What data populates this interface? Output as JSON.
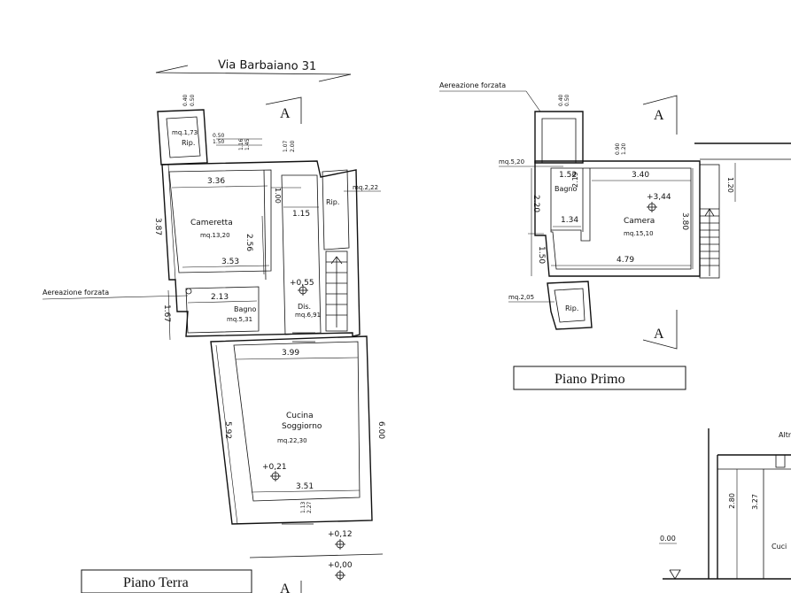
{
  "street_label": "Via Barbaiano 31",
  "section_marker": "A",
  "ground_floor": {
    "title": "Piano Terra",
    "rip": {
      "name": "Rip.",
      "area": "mq.1,73",
      "dim_a": "0.40",
      "dim_b": "0.50",
      "dim_c": "0.50",
      "dim_d": "1.50",
      "dim_e": "1.16",
      "dim_f": "1.45"
    },
    "door_dims": {
      "a": "1.07",
      "b": "2.00"
    },
    "cameretta": {
      "name": "Cameretta",
      "area": "mq.13,20",
      "width_top": "3.36",
      "width_bottom": "3.53",
      "height": "3.87",
      "side": "2.56"
    },
    "corridor": {
      "top": "1.00",
      "width": "1.15"
    },
    "rip2": {
      "name": "Rip.",
      "area": "mq.2,22"
    },
    "bagno": {
      "name": "Bagno",
      "area": "mq.5,31",
      "width": "2.13",
      "height": "1.67"
    },
    "dis": {
      "name": "Dis.",
      "area": "mq.6,91",
      "level": "+0,55"
    },
    "aeration": "Aereazione forzata",
    "cucina": {
      "name_line1": "Cucina",
      "name_line2": "Soggiorno",
      "area": "mq.22,30",
      "width_top": "3.99",
      "width_bottom": "3.51",
      "height_left": "5.92",
      "height_right": "6.00",
      "level": "+0,21"
    },
    "step_dims": {
      "a": "1.13",
      "b": "2.27"
    },
    "level_ext1": "+0,12",
    "level_ext2": "+0,00"
  },
  "first_floor": {
    "title": "Piano Primo",
    "aeration": "Aereazione forzata",
    "top_dims": {
      "a": "0.40",
      "b": "0.50",
      "c": "0.90",
      "d": "1.20"
    },
    "bagno": {
      "name": "Bagno",
      "area": "mq.5,20",
      "width_top": "1.52",
      "width_bottom": "1.34",
      "height": "2.20",
      "side": "2.19"
    },
    "camera": {
      "name": "Camera",
      "area": "mq.15,10",
      "width_top": "3.40",
      "width_bottom": "4.79",
      "height": "3.80",
      "level": "+3,44"
    },
    "left_dim": "1.50",
    "right_dim": "1.20",
    "rip": {
      "name": "Rip.",
      "area": "mq.2,05"
    }
  },
  "section": {
    "label_partial": "Altr",
    "dims": {
      "a": "2.80",
      "b": "3.27"
    },
    "level": "0.00",
    "room_partial": "Cuci"
  }
}
